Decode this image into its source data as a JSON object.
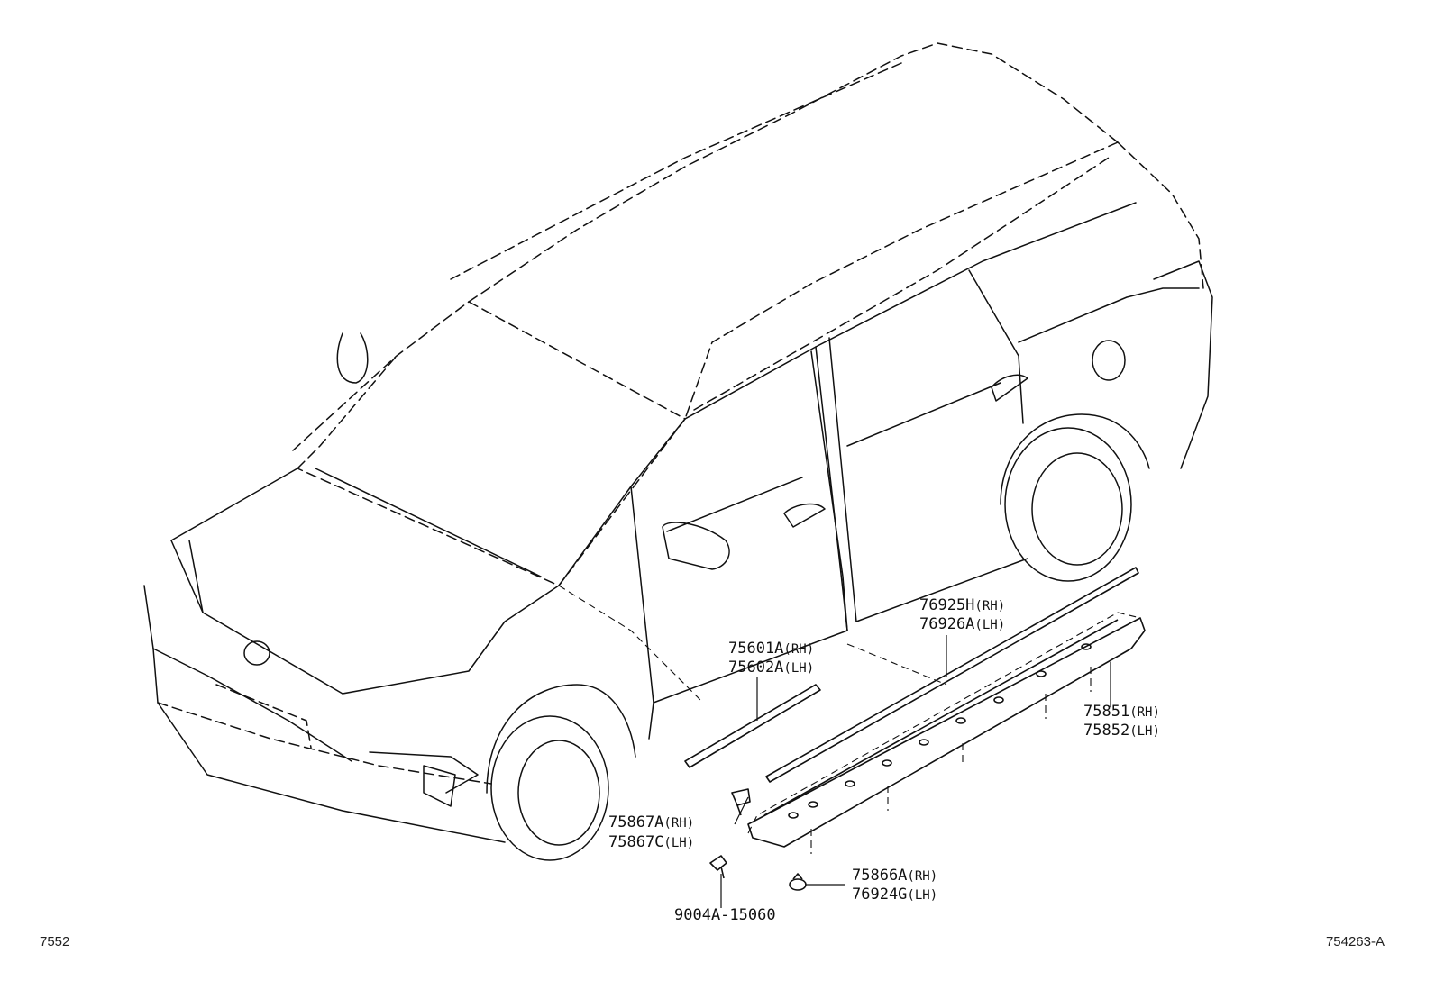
{
  "diagram": {
    "corner_left": "7552",
    "corner_right": "754263-A",
    "callouts": [
      {
        "id": "c1",
        "lines": [
          {
            "num": "76925H",
            "sfx": "(RH)"
          },
          {
            "num": "76926A",
            "sfx": "(LH)"
          }
        ]
      },
      {
        "id": "c2",
        "lines": [
          {
            "num": "75601A",
            "sfx": "(RH)"
          },
          {
            "num": "75602A",
            "sfx": "(LH)"
          }
        ]
      },
      {
        "id": "c3",
        "lines": [
          {
            "num": "75851",
            "sfx": "(RH)"
          },
          {
            "num": "75852",
            "sfx": "(LH)"
          }
        ]
      },
      {
        "id": "c4",
        "lines": [
          {
            "num": "75867A",
            "sfx": "(RH)"
          },
          {
            "num": "75867C",
            "sfx": "(LH)"
          }
        ]
      },
      {
        "id": "c5",
        "lines": [
          {
            "num": "75866A",
            "sfx": "(RH)"
          },
          {
            "num": "76924G",
            "sfx": "(LH)"
          }
        ]
      },
      {
        "id": "c6",
        "lines": [
          {
            "num": "9004A-15060",
            "sfx": ""
          }
        ]
      }
    ]
  }
}
